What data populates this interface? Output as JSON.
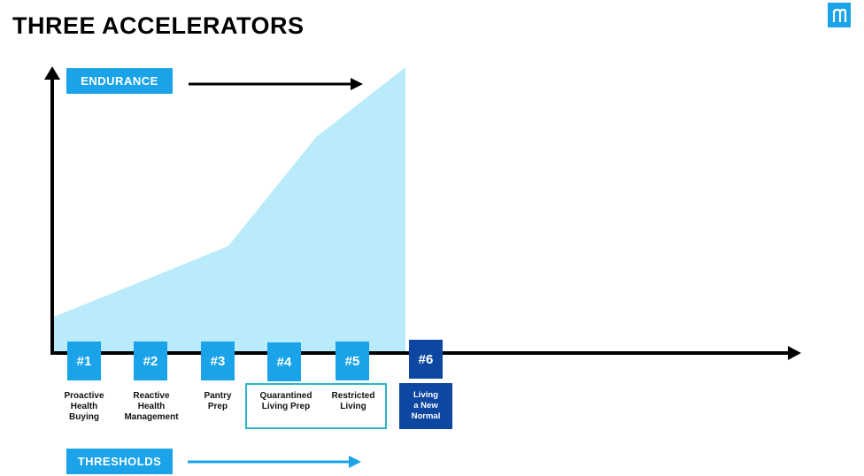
{
  "title": "THREE ACCELERATORS",
  "tags": {
    "endurance": "ENDURANCE",
    "thresholds": "THRESHOLDS"
  },
  "thresholds": [
    {
      "number": "#1",
      "label_lines": [
        "Proactive",
        "Health",
        "Buying"
      ]
    },
    {
      "number": "#2",
      "label_lines": [
        "Reactive",
        "Health",
        "Management"
      ]
    },
    {
      "number": "#3",
      "label_lines": [
        "Pantry",
        "Prep"
      ]
    },
    {
      "number": "#4",
      "label_lines": [
        "Quarantined",
        "Living Prep"
      ]
    },
    {
      "number": "#5",
      "label_lines": [
        "Restricted",
        "Living"
      ]
    },
    {
      "number": "#6",
      "label_lines": [
        "Living",
        "a New",
        "Normal"
      ]
    }
  ],
  "colors": {
    "area": "#b9ebfb",
    "badge": "#1aa3e8",
    "badge_dark": "#0d47a1",
    "group_border": "#2cb5c9",
    "arrow_blue": "#1aa3e8",
    "axis": "#000000"
  },
  "logo_icon": "n-logo-icon"
}
